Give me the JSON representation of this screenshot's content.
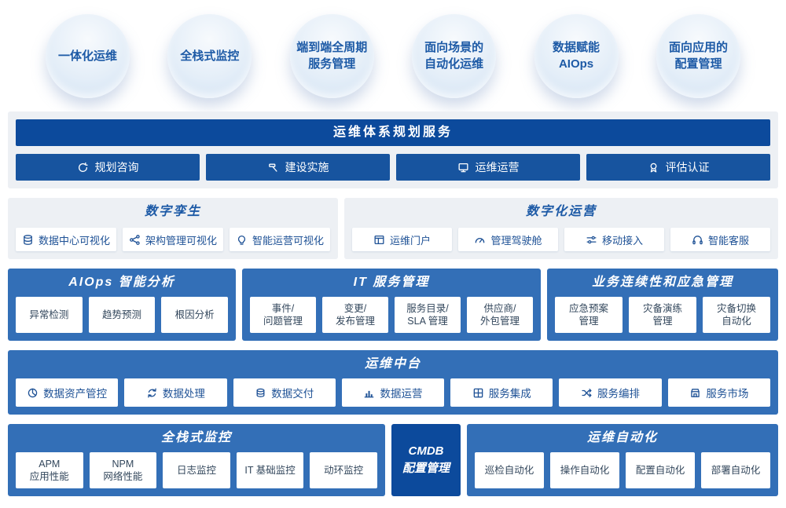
{
  "colors": {
    "navy": "#0c4a9c",
    "blue": "#336fb7",
    "button_blue": "#17549f",
    "light_gray": "#edf0f4",
    "title_blue": "#1d5aa6",
    "chip_text": "#1f5296",
    "cell_text": "#33475c"
  },
  "badges": [
    {
      "lines": [
        "一体化运维"
      ]
    },
    {
      "lines": [
        "全栈式监控"
      ]
    },
    {
      "lines": [
        "端到端全周期",
        "服务管理"
      ]
    },
    {
      "lines": [
        "面向场景的",
        "自动化运维"
      ]
    },
    {
      "lines": [
        "数据赋能",
        "AIOps"
      ]
    },
    {
      "lines": [
        "面向应用的",
        "配置管理"
      ]
    }
  ],
  "planning": {
    "header": "运维体系规划服务",
    "items": [
      {
        "label": "规划咨询",
        "icon": "refresh-icon"
      },
      {
        "label": "建设实施",
        "icon": "hammer-icon"
      },
      {
        "label": "运维运营",
        "icon": "monitor-icon"
      },
      {
        "label": "评估认证",
        "icon": "certificate-icon"
      }
    ]
  },
  "digital_twin": {
    "title": "数字孪生",
    "items": [
      {
        "label": "数据中心可视化",
        "icon": "database-icon"
      },
      {
        "label": "架构管理可视化",
        "icon": "topology-icon"
      },
      {
        "label": "智能运营可视化",
        "icon": "bulb-icon"
      }
    ]
  },
  "digital_ops": {
    "title": "数字化运营",
    "items": [
      {
        "label": "运维门户",
        "icon": "portal-icon"
      },
      {
        "label": "管理驾驶舱",
        "icon": "gauge-icon"
      },
      {
        "label": "移动接入",
        "icon": "sliders-icon"
      },
      {
        "label": "智能客服",
        "icon": "headset-icon"
      }
    ]
  },
  "aiops": {
    "title": "AIOps 智能分析",
    "items": [
      {
        "lines": [
          "异常检测"
        ]
      },
      {
        "lines": [
          "趋势预测"
        ]
      },
      {
        "lines": [
          "根因分析"
        ]
      }
    ]
  },
  "itsm": {
    "title": "IT 服务管理",
    "items": [
      {
        "lines": [
          "事件/",
          "问题管理"
        ]
      },
      {
        "lines": [
          "变更/",
          "发布管理"
        ]
      },
      {
        "lines": [
          "服务目录/",
          "SLA 管理"
        ]
      },
      {
        "lines": [
          "供应商/",
          "外包管理"
        ]
      }
    ]
  },
  "bcm": {
    "title": "业务连续性和应急管理",
    "items": [
      {
        "lines": [
          "应急预案",
          "管理"
        ]
      },
      {
        "lines": [
          "灾备演练",
          "管理"
        ]
      },
      {
        "lines": [
          "灾备切换",
          "自动化"
        ]
      }
    ]
  },
  "platform": {
    "title": "运维中台",
    "items": [
      {
        "label": "数据资产管控",
        "icon": "pie-chart-icon"
      },
      {
        "label": "数据处理",
        "icon": "process-icon"
      },
      {
        "label": "数据交付",
        "icon": "coins-icon"
      },
      {
        "label": "数据运营",
        "icon": "bar-chart-icon"
      },
      {
        "label": "服务集成",
        "icon": "grid-icon"
      },
      {
        "label": "服务编排",
        "icon": "shuffle-icon"
      },
      {
        "label": "服务市场",
        "icon": "store-icon"
      }
    ]
  },
  "monitoring": {
    "title": "全栈式监控",
    "items": [
      {
        "lines": [
          "APM",
          "应用性能"
        ]
      },
      {
        "lines": [
          "NPM",
          "网络性能"
        ]
      },
      {
        "lines": [
          "日志监控"
        ]
      },
      {
        "lines": [
          "IT 基础监控"
        ]
      },
      {
        "lines": [
          "动环监控"
        ]
      }
    ]
  },
  "cmdb": {
    "lines": [
      "CMDB",
      "配置管理"
    ]
  },
  "automation": {
    "title": "运维自动化",
    "items": [
      {
        "lines": [
          "巡检自动化"
        ]
      },
      {
        "lines": [
          "操作自动化"
        ]
      },
      {
        "lines": [
          "配置自动化"
        ]
      },
      {
        "lines": [
          "部署自动化"
        ]
      }
    ]
  }
}
